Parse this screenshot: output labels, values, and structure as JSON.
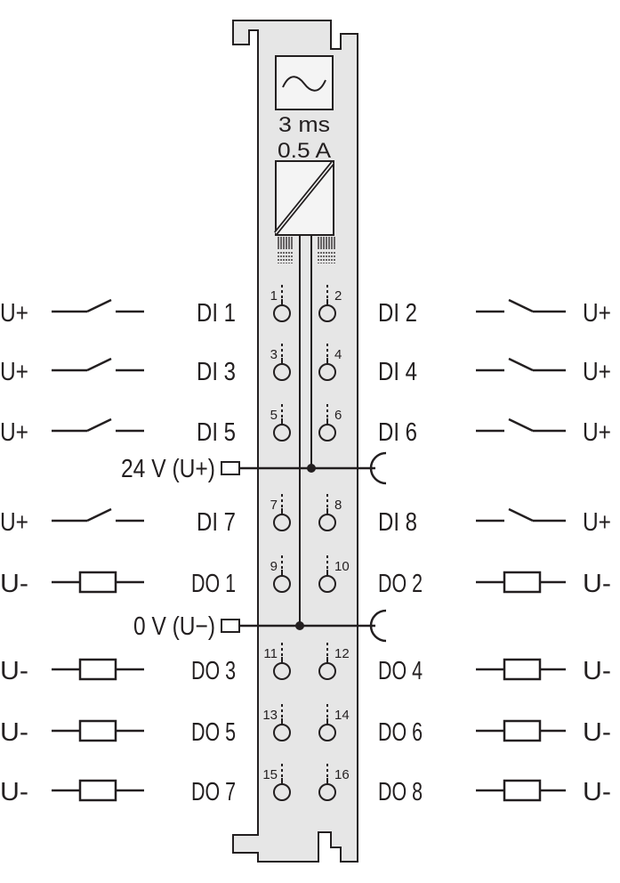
{
  "module": {
    "timing": "3 ms",
    "current": "0.5 A",
    "filter_icon": "sine-filter-icon",
    "converter_icon": "dc-dc-converter-icon"
  },
  "colors": {
    "body": "#e6e6e6",
    "line": "#231f20",
    "background": "#ffffff"
  },
  "buses": [
    {
      "label": "24 V (U+)",
      "after_row": 2
    },
    {
      "label": "0 V (U−)",
      "after_row": 4
    }
  ],
  "rows": [
    {
      "left": {
        "supply": "U+",
        "device": "switch",
        "signal": "DI 1",
        "terminal": "1"
      },
      "right": {
        "supply": "U+",
        "device": "switch",
        "signal": "DI 2",
        "terminal": "2"
      }
    },
    {
      "left": {
        "supply": "U+",
        "device": "switch",
        "signal": "DI 3",
        "terminal": "3"
      },
      "right": {
        "supply": "U+",
        "device": "switch",
        "signal": "DI 4",
        "terminal": "4"
      }
    },
    {
      "left": {
        "supply": "U+",
        "device": "switch",
        "signal": "DI 5",
        "terminal": "5"
      },
      "right": {
        "supply": "U+",
        "device": "switch",
        "signal": "DI 6",
        "terminal": "6"
      }
    },
    {
      "left": {
        "supply": "U+",
        "device": "switch",
        "signal": "DI 7",
        "terminal": "7"
      },
      "right": {
        "supply": "U+",
        "device": "switch",
        "signal": "DI 8",
        "terminal": "8"
      }
    },
    {
      "left": {
        "supply": "U-",
        "device": "load",
        "signal": "DO 1",
        "terminal": "9"
      },
      "right": {
        "supply": "U-",
        "device": "load",
        "signal": "DO 2",
        "terminal": "10"
      }
    },
    {
      "left": {
        "supply": "U-",
        "device": "load",
        "signal": "DO 3",
        "terminal": "11"
      },
      "right": {
        "supply": "U-",
        "device": "load",
        "signal": "DO 4",
        "terminal": "12"
      }
    },
    {
      "left": {
        "supply": "U-",
        "device": "load",
        "signal": "DO 5",
        "terminal": "13"
      },
      "right": {
        "supply": "U-",
        "device": "load",
        "signal": "DO 6",
        "terminal": "14"
      }
    },
    {
      "left": {
        "supply": "U-",
        "device": "load",
        "signal": "DO 7",
        "terminal": "15"
      },
      "right": {
        "supply": "U-",
        "device": "load",
        "signal": "DO 8",
        "terminal": "16"
      }
    }
  ]
}
